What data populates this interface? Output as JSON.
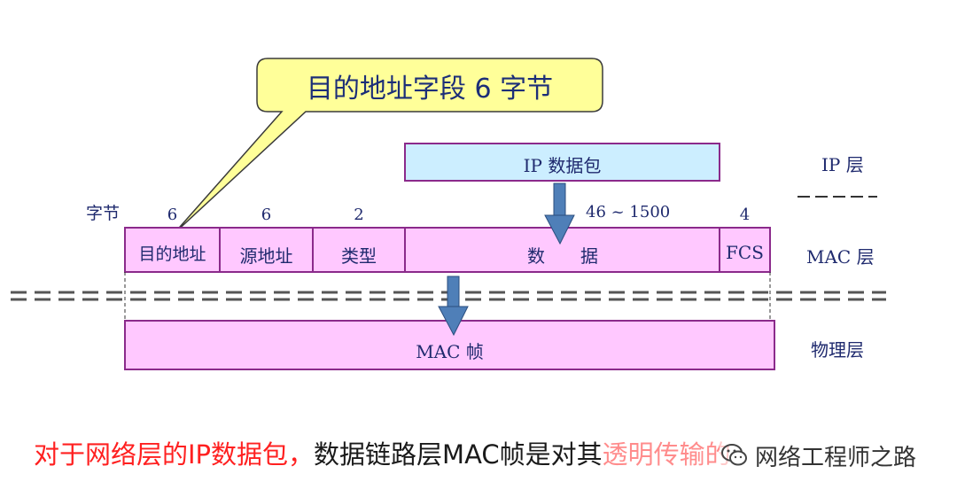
{
  "callout": {
    "text": "目的地址字段 6 字节"
  },
  "ip_packet": {
    "label": "IP 数据包"
  },
  "layers": {
    "ip": "IP 层",
    "mac": "MAC 层",
    "physical": "物理层"
  },
  "bytes_label": "字节",
  "frame_fields": [
    {
      "name": "目的地址",
      "bytes": "6"
    },
    {
      "name": "源地址",
      "bytes": "6"
    },
    {
      "name": "类型",
      "bytes": "2"
    },
    {
      "name": "数　　据",
      "bytes": "46 ~ 1500"
    },
    {
      "name": "FCS",
      "bytes": "4"
    }
  ],
  "physical_frame": {
    "label": "MAC 帧"
  },
  "caption": {
    "part1": "对于网络层的IP数据包，",
    "part2": "数据链路层MAC帧是对其",
    "part3": "透明传输的。"
  },
  "watermark": {
    "text": "网络工程师之路",
    "icon": "wechat-icon"
  },
  "colors": {
    "frame_fill": "#ffc8ff",
    "frame_border": "#8b2a8b",
    "ip_fill": "#cceeff",
    "callout_fill": "#ffff99",
    "arrow": "#4f7fb8",
    "text": "#1f2a6e",
    "caption_red": "#ff2020"
  }
}
